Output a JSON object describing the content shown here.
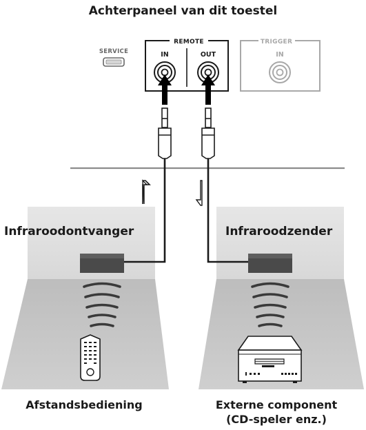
{
  "title": "Achterpaneel van dit toestel",
  "panel": {
    "service_label": "SERVICE",
    "remote_label": "REMOTE",
    "remote_in_label": "IN",
    "remote_out_label": "OUT",
    "trigger_label": "TRIGGER",
    "trigger_in_label": "IN"
  },
  "rooms": {
    "left_label": "Infraroodontvanger",
    "right_label": "Infraroodzender"
  },
  "captions": {
    "left": "Afstandsbediening",
    "right_line1": "Externe component",
    "right_line2": "(CD-speler enz.)"
  },
  "colors": {
    "room_wall": "#e0e0e0",
    "room_floor": "#c4c4c4",
    "device_dark": "#4a4a4a",
    "line": "#222222",
    "trigger_gray": "#a8a8a8"
  }
}
